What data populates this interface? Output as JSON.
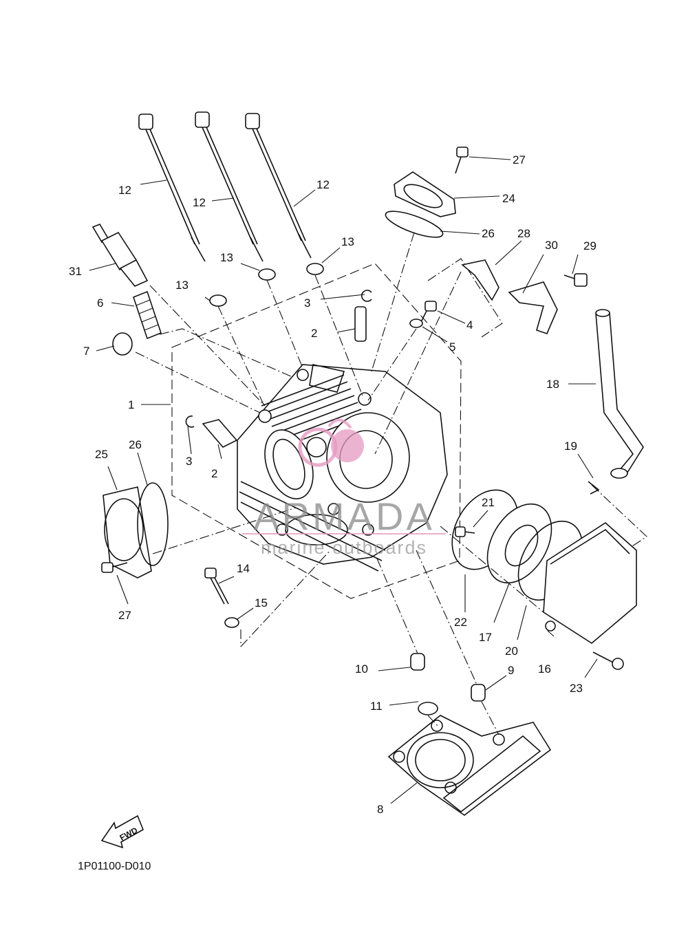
{
  "callouts": {
    "c1": "1",
    "c2a": "2",
    "c2b": "2",
    "c3a": "3",
    "c3b": "3",
    "c4": "4",
    "c5": "5",
    "c6": "6",
    "c7": "7",
    "c8": "8",
    "c9": "9",
    "c10": "10",
    "c11": "11",
    "c12a": "12",
    "c12b": "12",
    "c12c": "12",
    "c13a": "13",
    "c13b": "13",
    "c13c": "13",
    "c14": "14",
    "c15": "15",
    "c16": "16",
    "c17": "17",
    "c18": "18",
    "c19": "19",
    "c20": "20",
    "c21": "21",
    "c22": "22",
    "c23": "23",
    "c24": "24",
    "c25": "25",
    "c26a": "26",
    "c26b": "26",
    "c27a": "27",
    "c27b": "27",
    "c28": "28",
    "c29": "29",
    "c30": "30",
    "c31": "31"
  },
  "watermark": {
    "brand": "ARMADA",
    "tagline": "marine outboards",
    "accent_color": "#e59ac2"
  },
  "fwd_arrow": {
    "label": "FWD"
  },
  "diagram_code": "1P01100-D010"
}
